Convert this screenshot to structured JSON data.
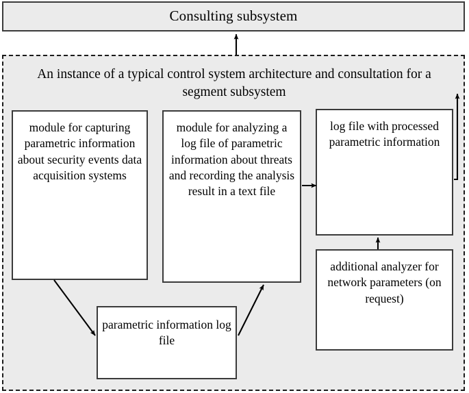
{
  "diagram": {
    "type": "block-flow-diagram",
    "background_color": "#ffffff",
    "panel_fill": "#ebebeb",
    "node_fill": "#ffffff",
    "border_color": "#3a3a3a",
    "dashed_border_color": "#1a1a1a"
  },
  "consulting": {
    "title": "Consulting subsystem"
  },
  "segment": {
    "title": "An instance of a typical control system architecture and consultation for a segment subsystem"
  },
  "nodes": {
    "capture": {
      "label": "module for capturing parametric information about security events data acquisition systems"
    },
    "analyze": {
      "label": "module for analyzing a log file of parametric information about threats and recording the analysis result in a text file"
    },
    "logfile": {
      "label": "log file with processed parametric information"
    },
    "analyzer": {
      "label": "additional analyzer for network parameters (on request)"
    },
    "paramlog": {
      "label": "parametric information log file"
    }
  },
  "connectors": [
    {
      "name": "segment-to-consulting",
      "from": "segment-subsystem-panel",
      "to": "consulting-subsystem",
      "style": "solid-arrow-up"
    },
    {
      "name": "capture-to-paramlog",
      "from": "capture",
      "to": "paramlog",
      "style": "solid-arrow-diagonal-down-right"
    },
    {
      "name": "paramlog-to-analyze",
      "from": "paramlog",
      "to": "analyze",
      "style": "solid-arrow-diagonal-up-right"
    },
    {
      "name": "analyze-to-logfile",
      "from": "analyze",
      "to": "logfile",
      "style": "solid-arrow-right"
    },
    {
      "name": "analyzer-to-logfile",
      "from": "analyzer",
      "to": "logfile",
      "style": "solid-arrow-up"
    },
    {
      "name": "logfile-to-outside",
      "from": "logfile",
      "to": "consulting-subsystem",
      "style": "solid-elbow-arrow-up"
    }
  ]
}
